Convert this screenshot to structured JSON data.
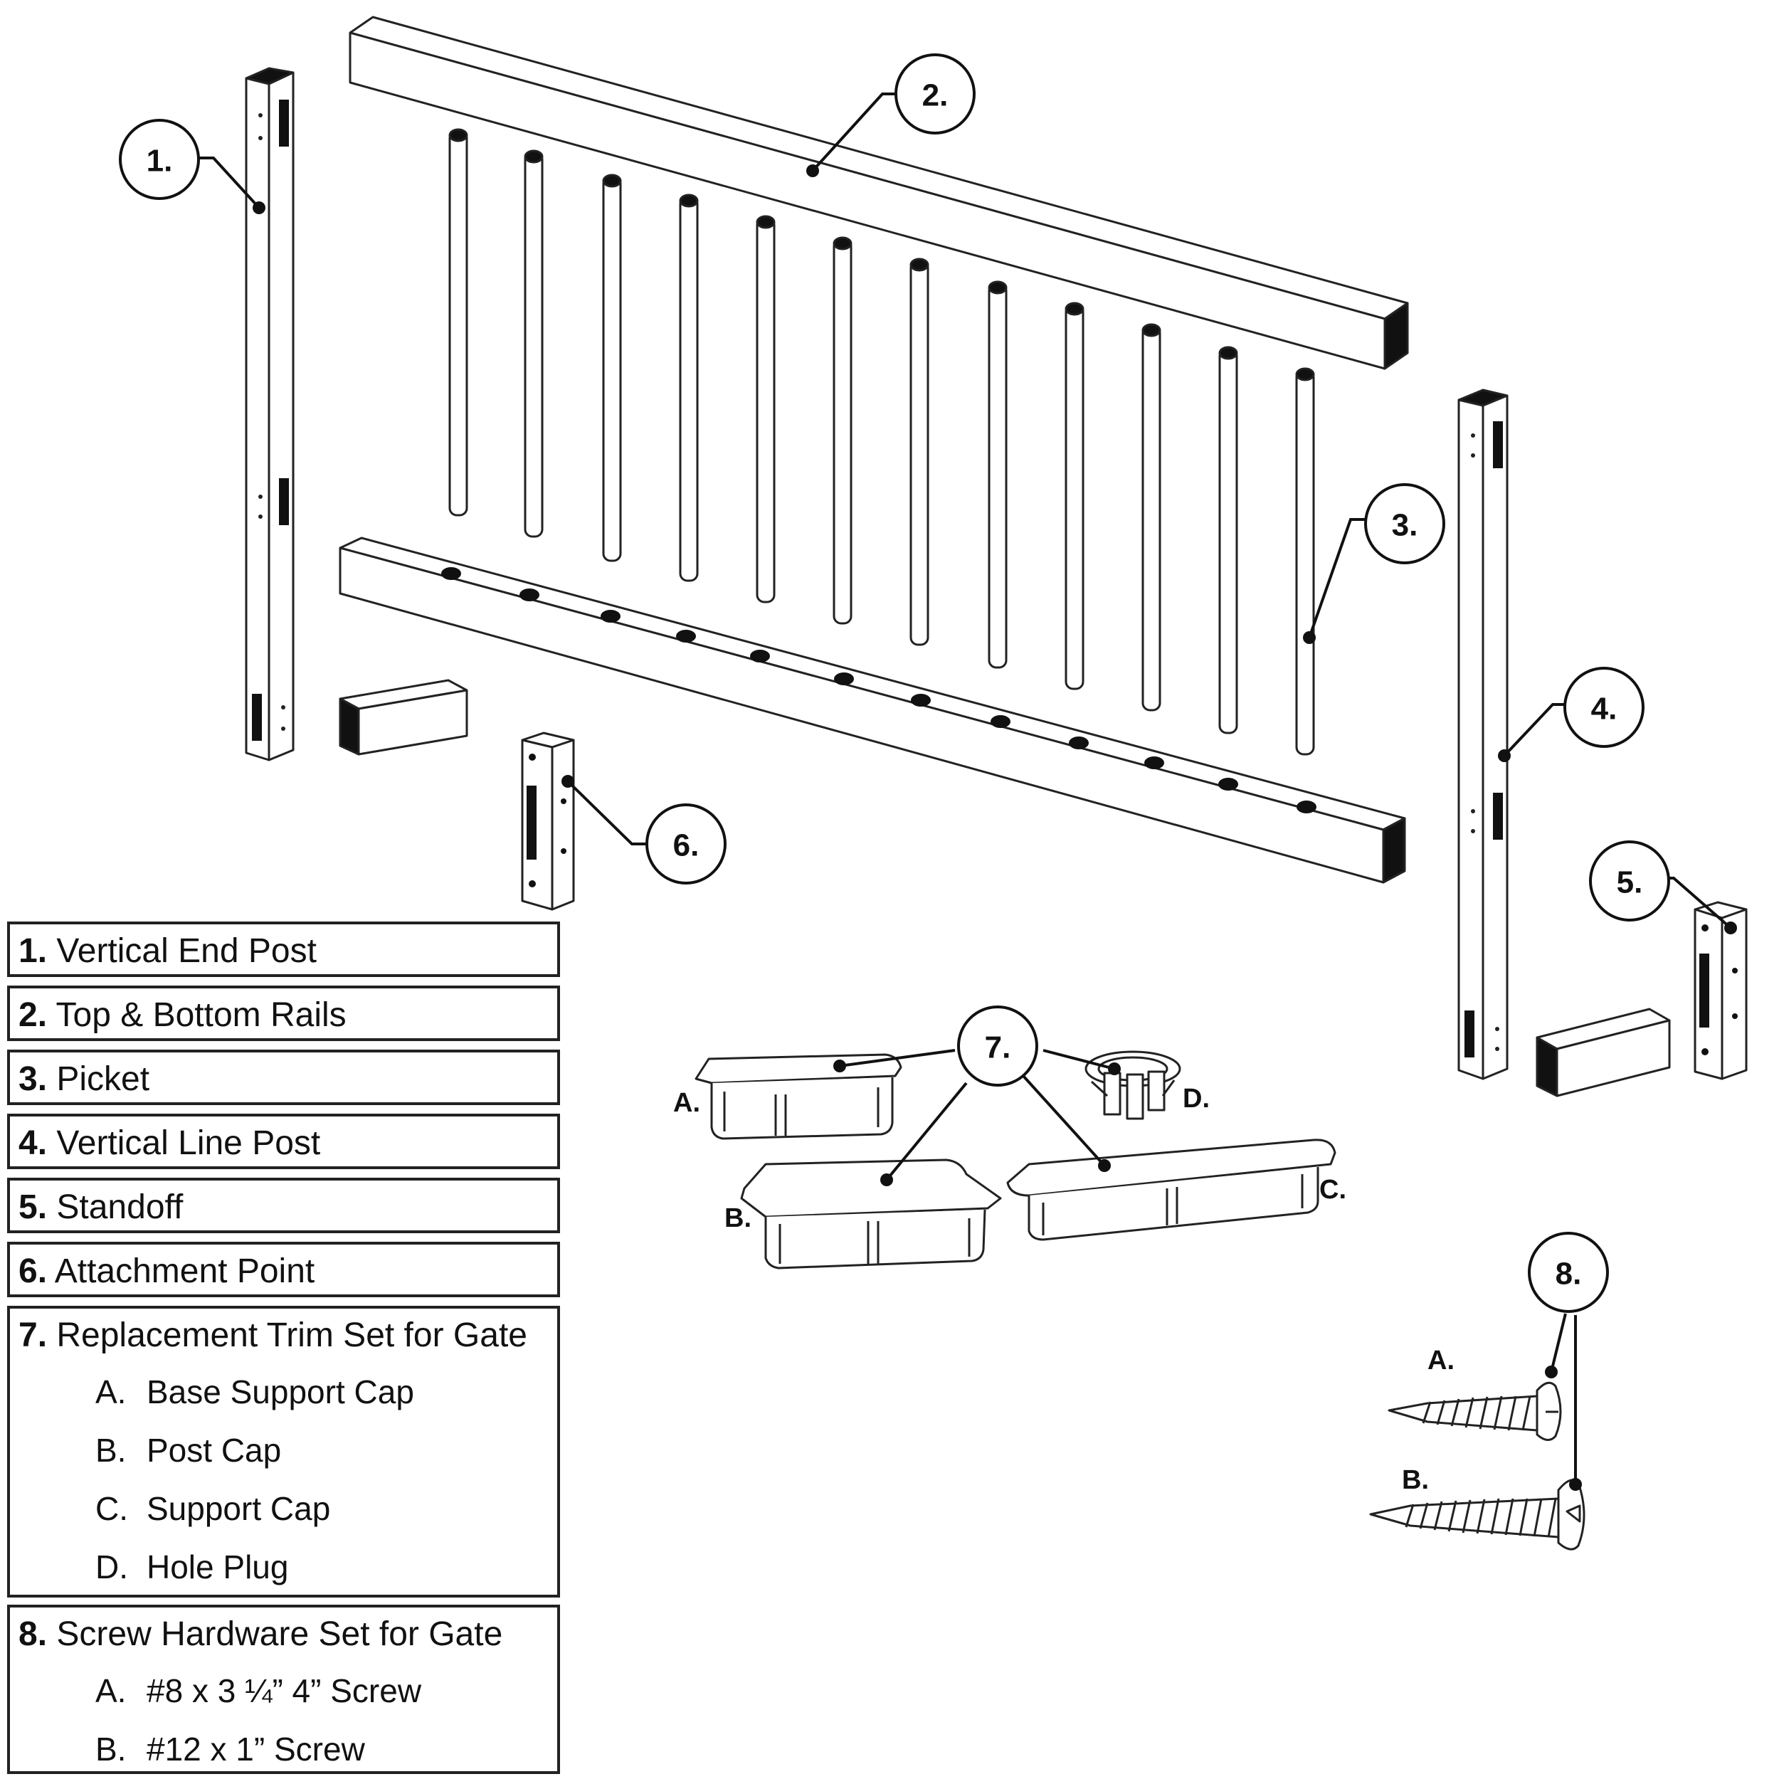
{
  "callouts": {
    "c1": "1.",
    "c2": "2.",
    "c3": "3.",
    "c4": "4.",
    "c5": "5.",
    "c6": "6.",
    "c7": "7.",
    "c8": "8."
  },
  "sublabels": {
    "cap_a": "A.",
    "cap_b": "B.",
    "cap_c": "C.",
    "cap_d": "D.",
    "screw_a": "A.",
    "screw_b": "B."
  },
  "legend": [
    {
      "num": "1.",
      "label": "Vertical End Post"
    },
    {
      "num": "2.",
      "label": "Top & Bottom Rails"
    },
    {
      "num": "3.",
      "label": "Picket"
    },
    {
      "num": "4.",
      "label": "Vertical Line Post"
    },
    {
      "num": "5.",
      "label": "Standoff"
    },
    {
      "num": "6.",
      "label": "Attachment Point"
    },
    {
      "num": "7.",
      "label": "Replacement Trim Set for Gate",
      "subs": [
        {
          "letter": "A.",
          "label": "Base Support Cap"
        },
        {
          "letter": "B.",
          "label": "Post Cap"
        },
        {
          "letter": "C.",
          "label": "Support Cap"
        },
        {
          "letter": "D.",
          "label": "Hole Plug"
        }
      ]
    },
    {
      "num": "8.",
      "label": "Screw Hardware Set for Gate",
      "subs": [
        {
          "letter": "A.",
          "label": "#8 x 3 ¼” 4” Screw"
        },
        {
          "letter": "B.",
          "label": "#12 x 1” Screw"
        }
      ]
    }
  ]
}
